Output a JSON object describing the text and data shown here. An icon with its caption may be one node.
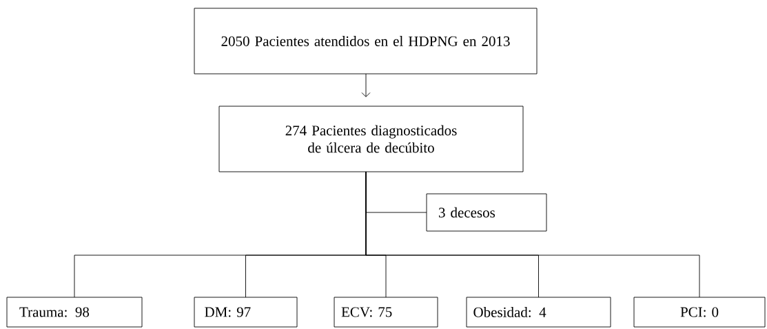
{
  "diagram": {
    "nodes": [
      {
        "text": [
          "2050 Pacientes atendidos en el HDPNG en 2013"
        ]
      },
      {
        "text": [
          "274 Pacientes diagnosticados de úlcera de decúbito"
        ]
      },
      {
        "text": [
          "3 decesos"
        ]
      },
      {
        "text": [
          "Trauma: 98"
        ]
      },
      {
        "text": [
          "DM: 97"
        ]
      },
      {
        "text": [
          "ECV: 75"
        ]
      },
      {
        "text": [
          "Obesidad: 4"
        ]
      },
      {
        "text": [
          "PCI: 0"
        ]
      }
    ],
    "edges": [
      {
        "from": 0,
        "to": 1,
        "arrow": "to"
      },
      {
        "from": 1,
        "to": 2,
        "arrow": "none"
      },
      {
        "from": 1,
        "to": 3,
        "arrow": "none"
      },
      {
        "from": 1,
        "to": 4,
        "arrow": "none"
      },
      {
        "from": 1,
        "to": 5,
        "arrow": "none"
      },
      {
        "from": 1,
        "to": 6,
        "arrow": "none"
      },
      {
        "from": 1,
        "to": 7,
        "arrow": "none"
      }
    ]
  }
}
